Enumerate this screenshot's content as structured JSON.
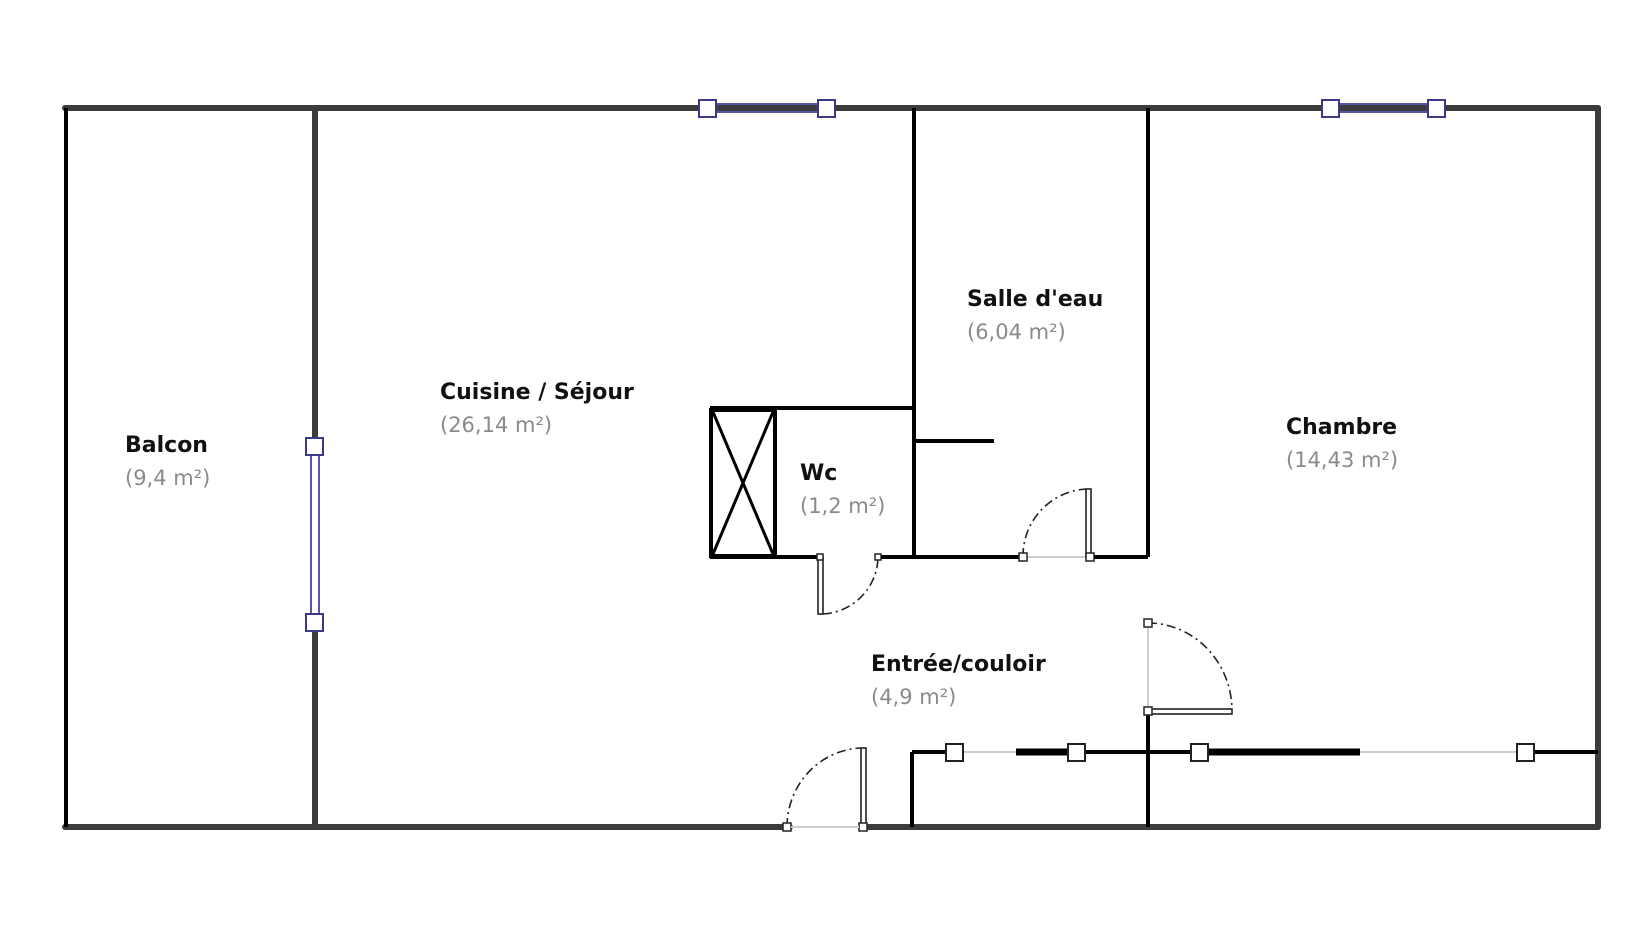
{
  "plan": {
    "rooms": [
      {
        "id": "balcon",
        "name": "Balcon",
        "area": "(9,4 m²)"
      },
      {
        "id": "cuisine",
        "name": "Cuisine / Séjour",
        "area": "(26,14 m²)"
      },
      {
        "id": "salle-eau",
        "name": "Salle d'eau",
        "area": "(6,04 m²)"
      },
      {
        "id": "chambre",
        "name": "Chambre",
        "area": "(14,43 m²)"
      },
      {
        "id": "wc",
        "name": "Wc",
        "area": "(1,2 m²)"
      },
      {
        "id": "entree",
        "name": "Entrée/couloir",
        "area": "(4,9 m²)"
      }
    ],
    "colors": {
      "wall": "#000000",
      "outer_wall": "#3c3c3c",
      "window": "#5555aa",
      "label": "#111111",
      "area": "#8a8a8a"
    }
  }
}
